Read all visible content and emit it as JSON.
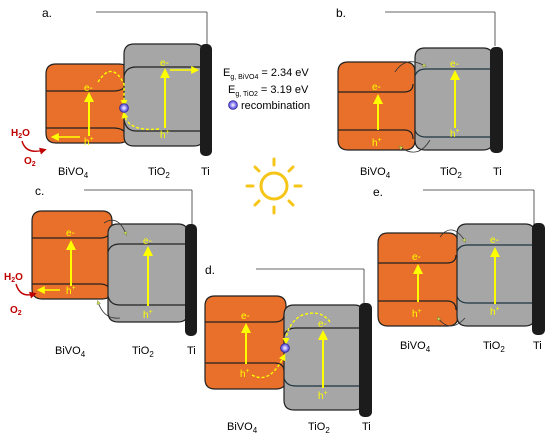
{
  "panels": [
    {
      "id": "a",
      "tag": "a.",
      "oxide1": "BiVO",
      "oxide1_sub": "4",
      "oxide2": "TiO",
      "oxide2_sub": "2",
      "metal": "Ti",
      "electron": "e-",
      "hole": "h",
      "hole_sup": "+",
      "water": "H",
      "water_sub": "2",
      "water_tail": "O",
      "oxygen": "O",
      "oxygen_sub": "2"
    },
    {
      "id": "b",
      "tag": "b.",
      "oxide1": "BiVO",
      "oxide1_sub": "4",
      "oxide2": "TiO",
      "oxide2_sub": "2",
      "metal": "Ti",
      "electron": "e-",
      "hole": "h",
      "hole_sup": "+"
    },
    {
      "id": "c",
      "tag": "c.",
      "oxide1": "BiVO",
      "oxide1_sub": "4",
      "oxide2": "TiO",
      "oxide2_sub": "2",
      "metal": "Ti",
      "electron": "e-",
      "hole": "h",
      "hole_sup": "+",
      "water": "H",
      "water_sub": "2",
      "water_tail": "O",
      "oxygen": "O",
      "oxygen_sub": "2"
    },
    {
      "id": "d",
      "tag": "d.",
      "oxide1": "BiVO",
      "oxide1_sub": "4",
      "oxide2": "TiO",
      "oxide2_sub": "2",
      "metal": "Ti",
      "electron": "e-",
      "hole": "h",
      "hole_sup": "+"
    },
    {
      "id": "e",
      "tag": "e.",
      "oxide1": "BiVO",
      "oxide1_sub": "4",
      "oxide2": "TiO",
      "oxide2_sub": "2",
      "metal": "Ti",
      "electron": "e-",
      "hole": "h",
      "hole_sup": "+"
    }
  ],
  "legend": {
    "eg_symbol": "E",
    "bivo4_sub": "g, BiVO4",
    "bivo4_value": "= 2.34 eV",
    "tio2_sub": "g, TiO2",
    "tio2_value": "= 3.19 eV",
    "recombination_label": "recombination"
  },
  "icons": [
    "sun-icon",
    "recombination-icon"
  ],
  "colors": {
    "bivo4_fill": "#e8702a",
    "tio2_fill": "#a6a6a6",
    "ti_fill": "#1c1c1c",
    "excitation_arrow": "#ffff00",
    "transfer_arrow": "#c8dc50",
    "sun": "#f5c518",
    "redox": "#c00000"
  }
}
